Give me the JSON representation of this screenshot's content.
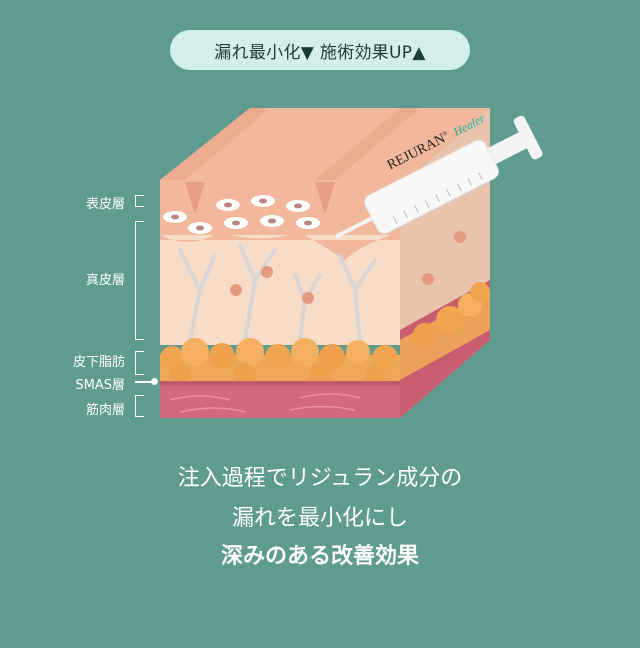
{
  "header": {
    "pill_text": "漏れ最小化▼ 施術効果UP▲"
  },
  "diagram": {
    "layers": [
      {
        "label": "表皮層"
      },
      {
        "label": "真皮層"
      },
      {
        "label": "皮下脂肪"
      },
      {
        "label": "SMAS層"
      },
      {
        "label": "筋肉層"
      }
    ],
    "syringe": {
      "brand": "REJURAN",
      "registered": "®",
      "sub_brand": "Healer"
    },
    "colors": {
      "background": "#5f9b8f",
      "pill_bg": "#d3efe9",
      "epidermis": "#f2b89c",
      "dermis": "#f7dcc8",
      "fat": "#f0a650",
      "muscle": "#d06a7a"
    }
  },
  "caption": {
    "line1": "注入過程でリジュラン成分の",
    "line2": "漏れを最小化にし",
    "line3": "深みのある改善効果"
  }
}
